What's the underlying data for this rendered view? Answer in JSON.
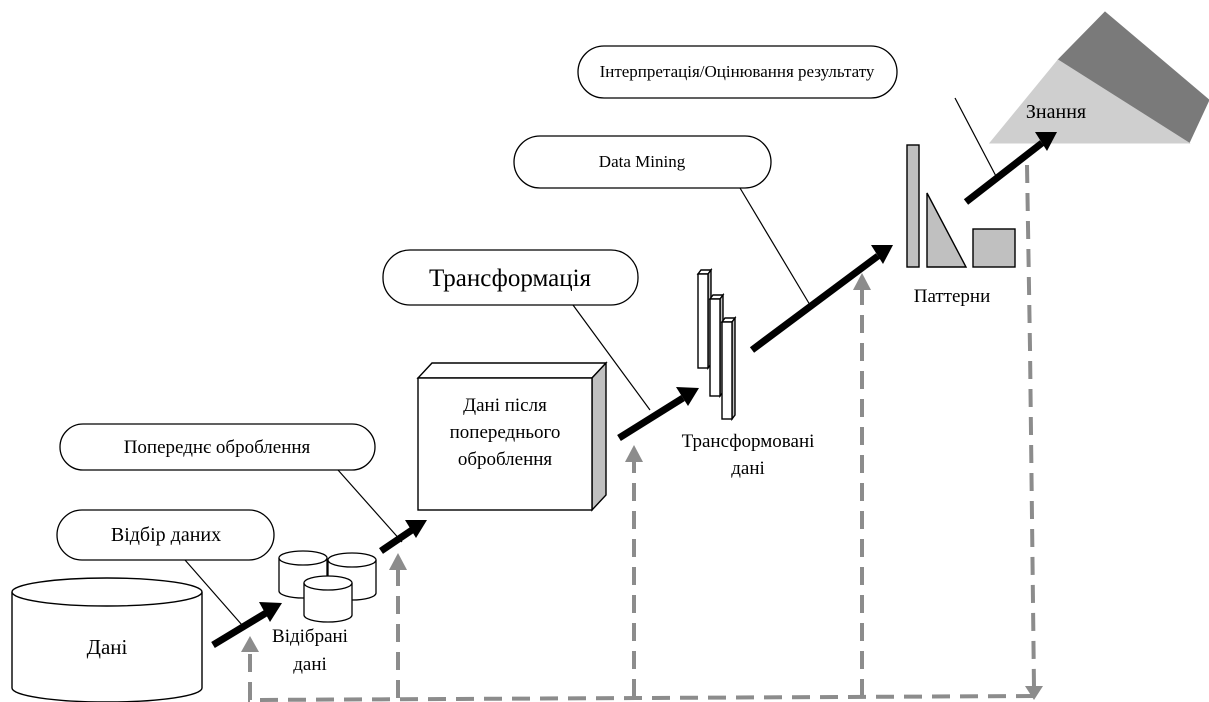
{
  "stages": {
    "selection": "Відбір даних",
    "preprocessing": "Попереднє оброблення",
    "transformation": "Трансформація",
    "data_mining": "Data Mining",
    "interpretation": "Інтерпретація/Оцінювання результату"
  },
  "artifacts": {
    "data": "Дані",
    "selected_data_line1": "Відібрані",
    "selected_data_line2": "дані",
    "preprocessed_line1": "Дані після",
    "preprocessed_line2": "попереднього",
    "preprocessed_line3": "оброблення",
    "transformed_line1": "Трансформовані",
    "transformed_line2": "дані",
    "patterns": "Паттерни",
    "knowledge": "Знання"
  },
  "colors": {
    "feedback": "#8c8c8c",
    "shape_fill": "#c0c0c0",
    "knowledge_dark": "#7a7a7a",
    "knowledge_light": "#cfcfcf"
  }
}
